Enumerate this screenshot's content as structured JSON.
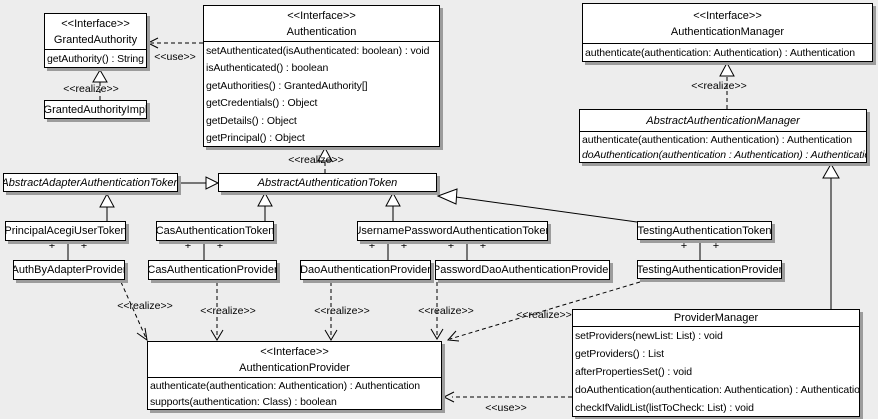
{
  "diagram": {
    "edge_labels": {
      "use": "<<use>>",
      "realize": "<<realize>>",
      "plus": "+"
    }
  },
  "colors": {
    "background": "#ededed",
    "box_fill": "#ffffff",
    "line": "#000000",
    "shadow": "#9c9c9c"
  },
  "classes": {
    "granted_authority": {
      "stereotype": "<<Interface>>",
      "name": "GrantedAuthority",
      "methods": [
        "getAuthority() : String"
      ]
    },
    "granted_authority_impl": {
      "name": "GrantedAuthorityImpl"
    },
    "authentication": {
      "stereotype": "<<Interface>>",
      "name": "Authentication",
      "methods": [
        "setAuthenticated(isAuthenticated: boolean) : void",
        "isAuthenticated() : boolean",
        "getAuthorities() : GrantedAuthority[]",
        "getCredentials() : Object",
        "getDetails() : Object",
        "getPrincipal() : Object"
      ]
    },
    "authentication_manager": {
      "stereotype": "<<Interface>>",
      "name": "AuthenticationManager",
      "methods": [
        "authenticate(authentication: Authentication) : Authentication"
      ]
    },
    "abstract_authentication_manager": {
      "name": "AbstractAuthenticationManager",
      "methods": [
        "authenticate(authentication: Authentication) : Authentication",
        "doAuthentication(authentication : Authentication) : Authentication"
      ]
    },
    "abstract_adapter_authentication_token": {
      "name": "AbstractAdapterAuthenticationToken"
    },
    "abstract_authentication_token": {
      "name": "AbstractAuthenticationToken"
    },
    "principal_acegi_user_token": {
      "name": "PrincipalAcegiUserToken"
    },
    "cas_authentication_token": {
      "name": "CasAuthenticationToken"
    },
    "username_password_authentication_token": {
      "name": "UsernamePasswordAuthenticationToken"
    },
    "testing_authentication_token": {
      "name": "TestingAuthenticationToken"
    },
    "auth_by_adapter_provider": {
      "name": "AuthByAdapterProvider"
    },
    "cas_authentication_provider": {
      "name": "CasAuthenticationProvider"
    },
    "dao_authentication_provider": {
      "name": "DaoAuthenticationProvider"
    },
    "password_dao_authentication_provider": {
      "name": "PasswordDaoAuthenticationProvider"
    },
    "testing_authentication_provider": {
      "name": "TestingAuthenticationProvider"
    },
    "provider_manager": {
      "name": "ProviderManager",
      "methods": [
        "setProviders(newList: List) : void",
        "getProviders() : List",
        "afterPropertiesSet() : void",
        "doAuthentication(authentication: Authentication) : Authentication",
        "checkIfValidList(listToCheck: List) : void"
      ]
    },
    "authentication_provider": {
      "stereotype": "<<Interface>>",
      "name": "AuthenticationProvider",
      "methods": [
        "authenticate(authentication: Authentication) : Authentication",
        "supports(authentication: Class) : boolean"
      ]
    }
  }
}
